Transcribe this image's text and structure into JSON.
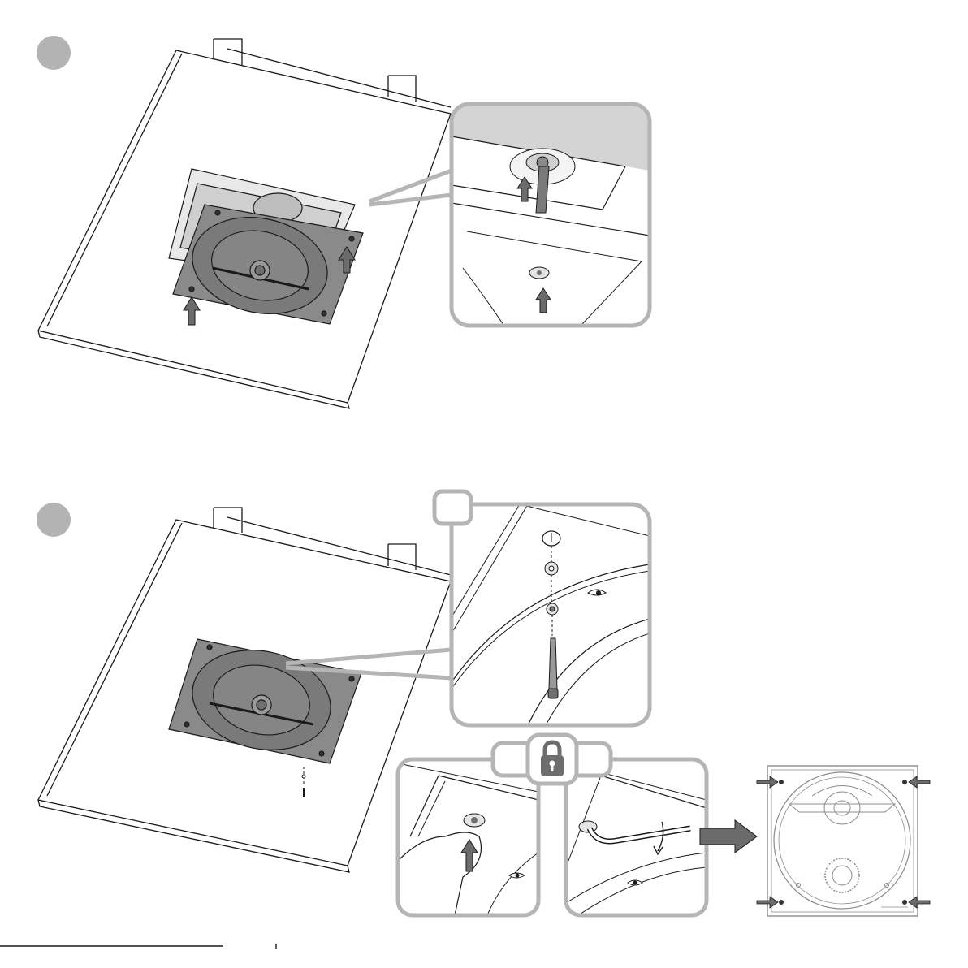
{
  "document": {
    "type": "installation-diagram",
    "steps": [
      {
        "marker": "step-marker-1"
      },
      {
        "marker": "step-marker-2"
      }
    ],
    "icons": [
      "padlock-icon",
      "arrow-icon"
    ],
    "colors": {
      "line": "#1a1a1a",
      "panel_frame": "#b5b5b5",
      "step_marker": "#b3b3b3",
      "grille_fill": "#8a8a8a",
      "arrow_fill": "#6b6b6b",
      "lock_badge": "#6d6d6d"
    }
  }
}
